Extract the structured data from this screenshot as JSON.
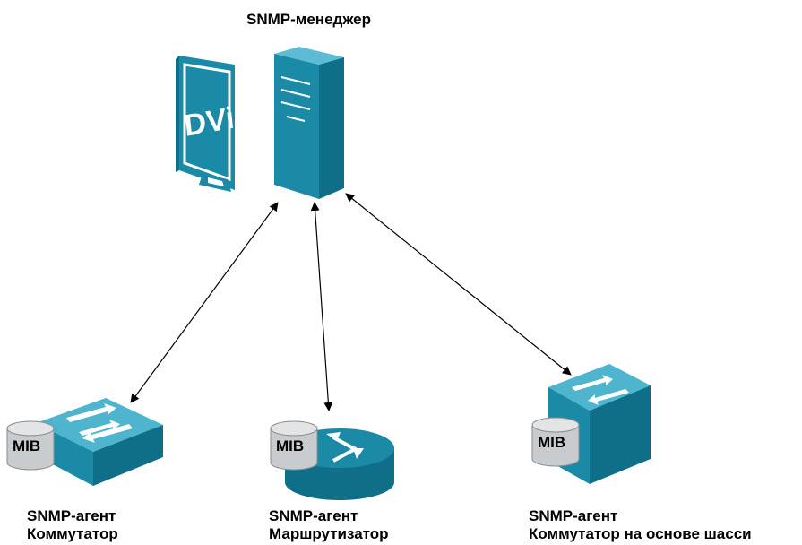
{
  "manager": {
    "title": "SNMP-менеджер",
    "monitor_brand": "DView"
  },
  "agents": [
    {
      "role": "SNMP-агент",
      "device": "Коммутатор",
      "mib": "MIB"
    },
    {
      "role": "SNMP-агент",
      "device": "Маршрутизатор",
      "mib": "MIB"
    },
    {
      "role": "SNMP-агент",
      "device": "Коммутатор на основе шасси",
      "mib": "MIB"
    }
  ],
  "colors": {
    "device_teal": "#1b8aa6",
    "device_top": "#4fb4cd",
    "device_side": "#0f6f88",
    "mib_cylinder": "#c9ccce",
    "arrow": "#000000"
  }
}
